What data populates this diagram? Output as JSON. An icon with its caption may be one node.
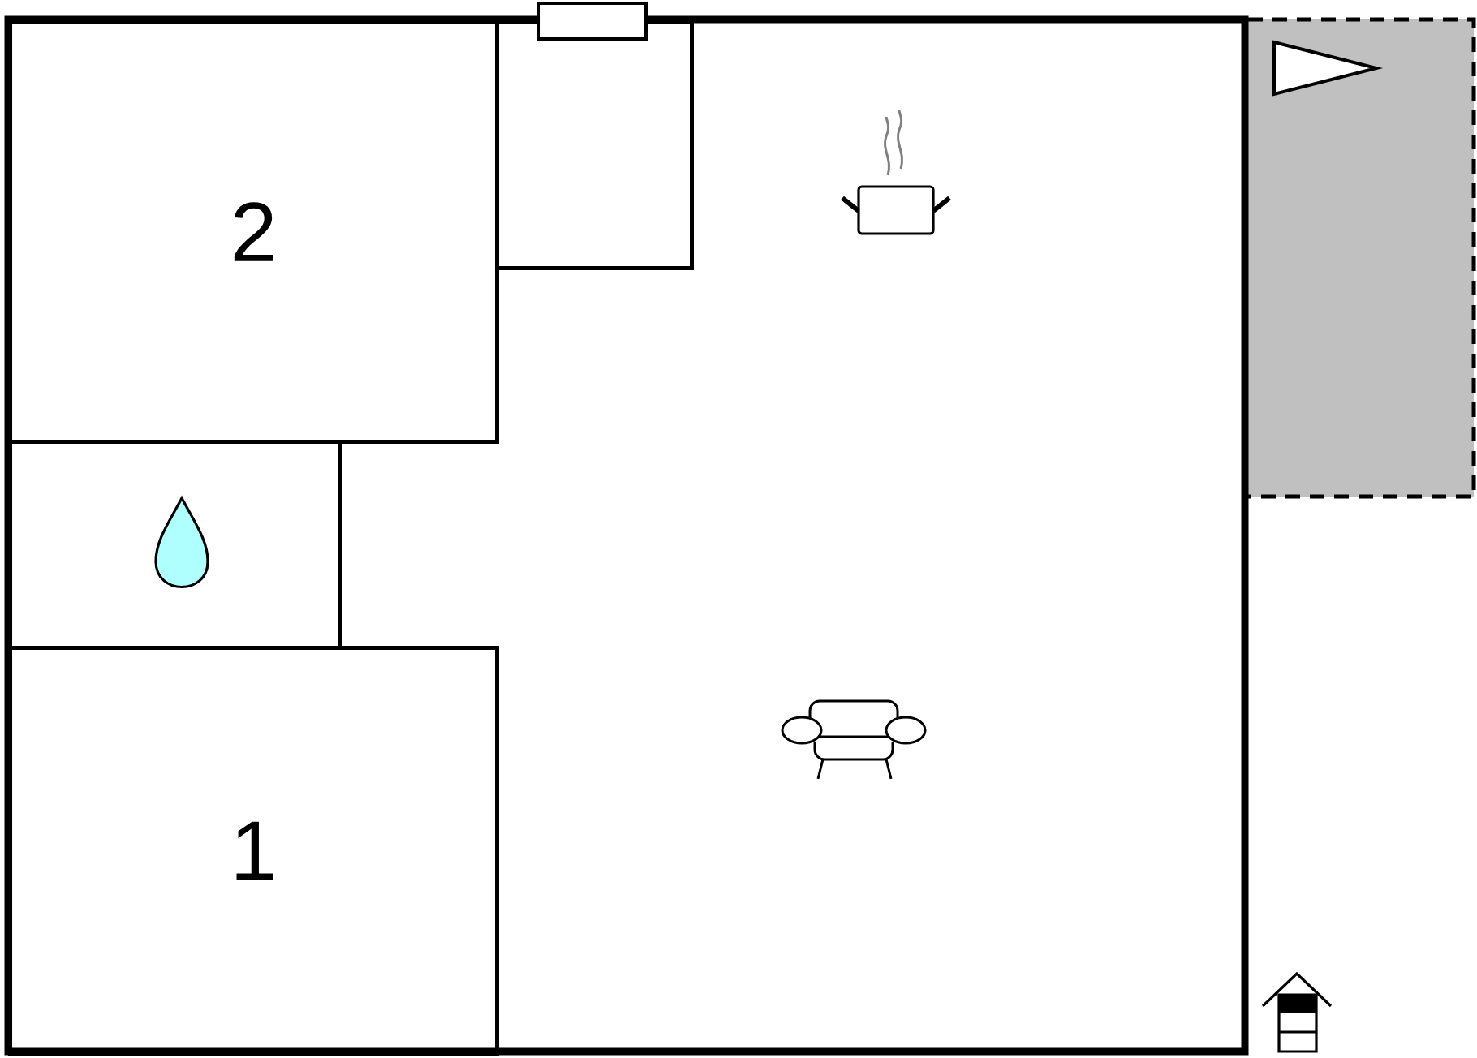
{
  "diagram": {
    "nodes": [
      {
        "text": [
          "2"
        ]
      },
      {
        "text": [],
        "shape": "box"
      },
      {
        "text": [],
        "shape": "box"
      },
      {
        "text": [
          "1"
        ]
      }
    ]
  }
}
